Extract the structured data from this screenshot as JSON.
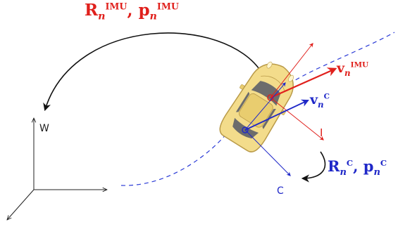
{
  "colors": {
    "imu": "#e0201c",
    "camera": "#1f28c8",
    "world": "#222222",
    "car_body": "#f3dc8b",
    "car_outline": "#b99a48",
    "car_glass": "#6c6c6c",
    "trajectory": "#2a3ad6"
  },
  "labels": {
    "rot_imu": {
      "R": "R",
      "n": "n",
      "sup": "IMU",
      "sep": ", ",
      "p": "p",
      "p_n": "n",
      "p_sup": "IMU"
    },
    "vel_imu": {
      "v": "v",
      "n": "n",
      "sup": "IMU"
    },
    "vel_cam": {
      "v": "v",
      "n": "n",
      "sup": "C"
    },
    "rot_cam": {
      "R": "R",
      "n": "n",
      "sup": "C",
      "sep": ", ",
      "p": "p",
      "p_n": "n",
      "p_sup": "C"
    },
    "axis_world": "W",
    "axis_imu": "I",
    "axis_cam": "C"
  },
  "icons": [
    "car-icon",
    "world-frame-icon"
  ]
}
